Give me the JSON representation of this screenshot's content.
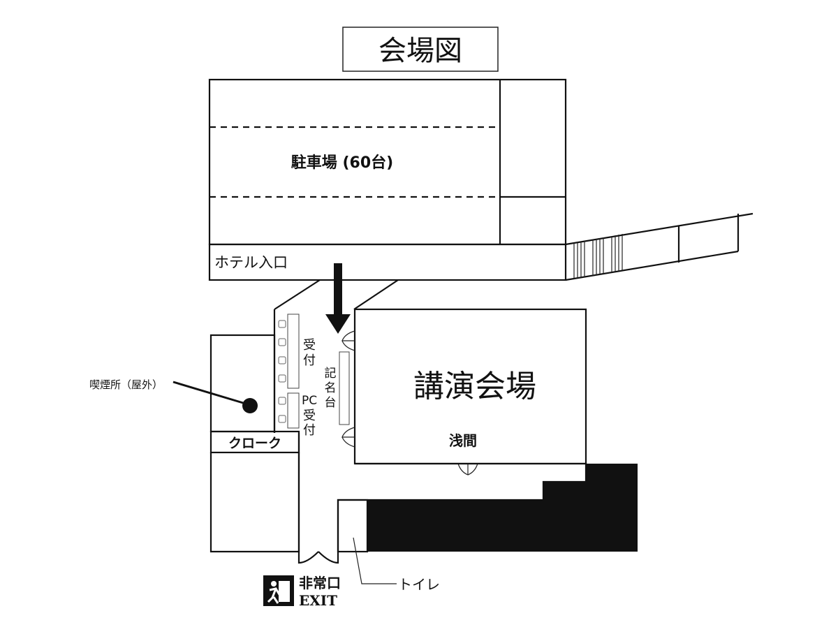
{
  "title": "会場図",
  "parking_label": "駐車場 (60台)",
  "hotel_entrance_label": "ホテル入口",
  "main_hall_label": "講演会場",
  "room_asama_label": "浅間",
  "reception_label_1": "受",
  "reception_label_2": "付",
  "pc_reception_label_1": "PC",
  "pc_reception_label_2": "受",
  "pc_reception_label_3": "付",
  "signing_table_label_1": "記",
  "signing_table_label_2": "名",
  "signing_table_label_3": "台",
  "smoking_area_label": "喫煙所（屋外）",
  "cloakroom_label": "クローク",
  "emergency_exit_label": "非常口",
  "exit_label": "EXIT",
  "toilet_label": "トイレ",
  "colors": {
    "line": "#111111",
    "background": "#ffffff"
  },
  "icons": {
    "emergency_exit": "running-person-exit-icon",
    "entrance_arrow": "down-arrow-icon",
    "smoking": "smoking-dot-icon"
  }
}
